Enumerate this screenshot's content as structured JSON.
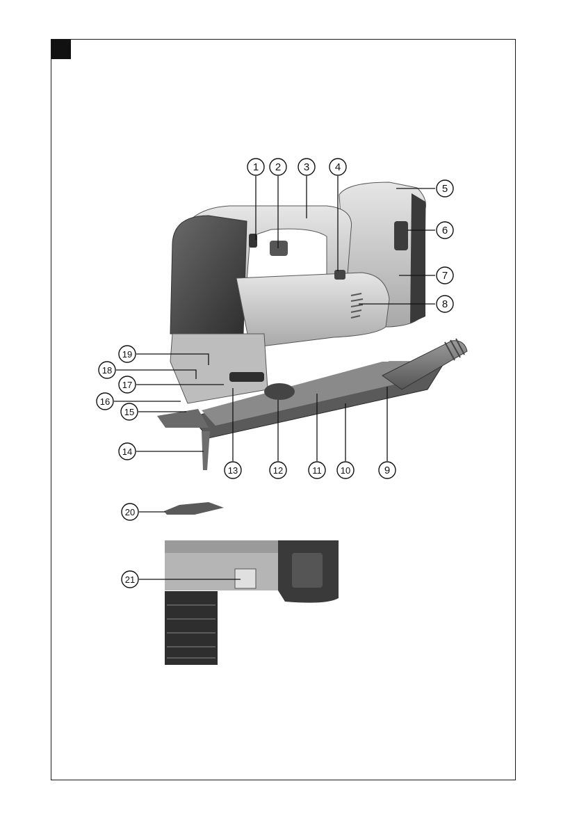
{
  "figure": {
    "callouts": [
      {
        "id": "c1",
        "label": "1"
      },
      {
        "id": "c2",
        "label": "2"
      },
      {
        "id": "c3",
        "label": "3"
      },
      {
        "id": "c4",
        "label": "4"
      },
      {
        "id": "c5",
        "label": "5"
      },
      {
        "id": "c6",
        "label": "6"
      },
      {
        "id": "c7",
        "label": "7"
      },
      {
        "id": "c8",
        "label": "8"
      },
      {
        "id": "c9",
        "label": "9"
      },
      {
        "id": "c10",
        "label": "10"
      },
      {
        "id": "c11",
        "label": "11"
      },
      {
        "id": "c12",
        "label": "12"
      },
      {
        "id": "c13",
        "label": "13"
      },
      {
        "id": "c14",
        "label": "14"
      },
      {
        "id": "c15",
        "label": "15"
      },
      {
        "id": "c16",
        "label": "16"
      },
      {
        "id": "c17",
        "label": "17"
      },
      {
        "id": "c18",
        "label": "18"
      },
      {
        "id": "c19",
        "label": "19"
      },
      {
        "id": "c20",
        "label": "20"
      },
      {
        "id": "c21",
        "label": "21"
      }
    ]
  },
  "colors": {
    "frame": "#1a1a1a",
    "tool_body_light": "#d8d8d8",
    "tool_body_mid": "#a9a9a9",
    "tool_body_dark": "#4a4a4a"
  }
}
